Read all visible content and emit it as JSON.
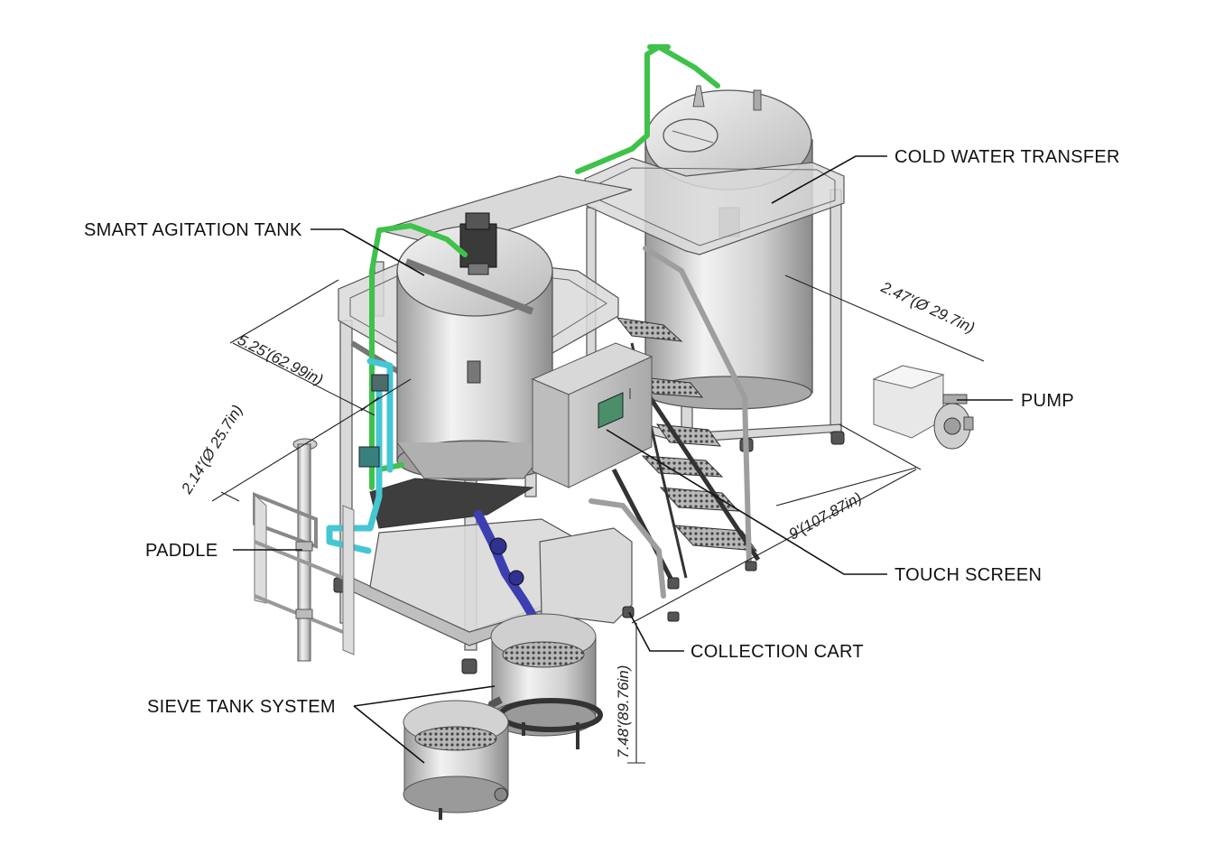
{
  "labels": {
    "smart_agitation_tank": "SMART AGITATION TANK",
    "cold_water_transfer": "COLD WATER TRANSFER",
    "pump": "PUMP",
    "paddle": "PADDLE",
    "touch_screen": "TOUCH SCREEN",
    "collection_cart": "COLLECTION CART",
    "sieve_tank_system": "SIEVE TANK SYSTEM"
  },
  "dimensions": {
    "cold_tank_diameter": "2.47'(Ø 29.7in)",
    "agitation_tank_height": "5.25'(62.99in)",
    "agitation_tank_diameter": "2.14'(Ø 25.7in)",
    "overall_length": "9'(107.87in)",
    "overall_height": "7.48'(89.76in)"
  },
  "colors": {
    "green_pipe": "#3ec24a",
    "cyan_pipe": "#45c6d3",
    "blue_auger": "#3c3fb0",
    "steel": "#d9d9d9",
    "text": "#111111"
  }
}
